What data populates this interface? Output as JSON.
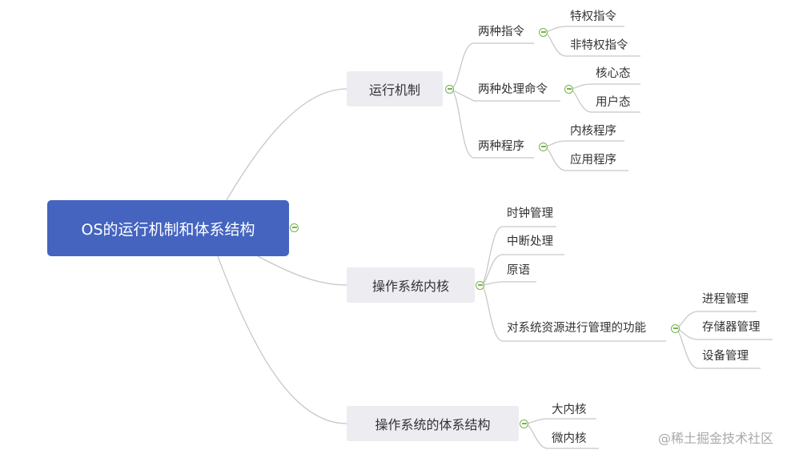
{
  "root": {
    "label": "OS的运行机制和体系结构"
  },
  "branches": {
    "mechanism": {
      "label": "运行机制",
      "children": {
        "instructions": {
          "label": "两种指令",
          "items": [
            "特权指令",
            "非特权指令"
          ]
        },
        "states": {
          "label": "两种处理命令",
          "items": [
            "核心态",
            "用户态"
          ]
        },
        "programs": {
          "label": "两种程序",
          "items": [
            "内核程序",
            "应用程序"
          ]
        }
      }
    },
    "kernel": {
      "label": "操作系统内核",
      "children": {
        "clock": {
          "label": "时钟管理"
        },
        "interrupt": {
          "label": "中断处理"
        },
        "primitive": {
          "label": "原语"
        },
        "resources": {
          "label": "对系统资源进行管理的功能",
          "items": [
            "进程管理",
            "存储器管理",
            "设备管理"
          ]
        }
      }
    },
    "architecture": {
      "label": "操作系统的体系结构",
      "items": [
        "大内核",
        "微内核"
      ]
    }
  },
  "watermark": "@稀土掘金技术社区",
  "colors": {
    "root_fill": "#4464c0",
    "branch_fill": "#ececf1",
    "connector": "#c8c8c8",
    "collapse_icon": "#76b34a"
  }
}
